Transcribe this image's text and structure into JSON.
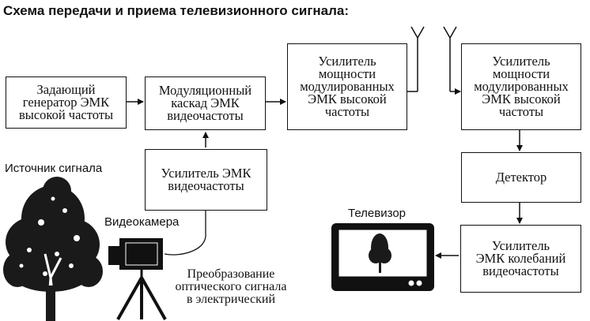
{
  "title": "Схема передачи и приема телевизионного сигнала:",
  "blocks": {
    "generator": "Задающий\nгенератор ЭМК\nвысокой частоты",
    "modulator": "Модуляционный\nкаскад ЭМК\nвидеочастоты",
    "tx_amplifier": "Усилитель\nмощности\nмодулированных\nЭМК высокой\nчастоты",
    "rx_amplifier": "Усилитель\nмощности\nмодулированных\nЭМК высокой\nчастоты",
    "video_amplifier": "Усилитель ЭМК\nвидеочастоты",
    "detector": "Детектор",
    "osc_amplifier": "Усилитель\nЭМК колебаний\nвидеочастоты"
  },
  "labels": {
    "signal_source": "Источник сигнала",
    "video_camera": "Видеокамера",
    "tv": "Телевизор",
    "conversion": "Преобразование\nоптического сигнала\nв электрический"
  }
}
